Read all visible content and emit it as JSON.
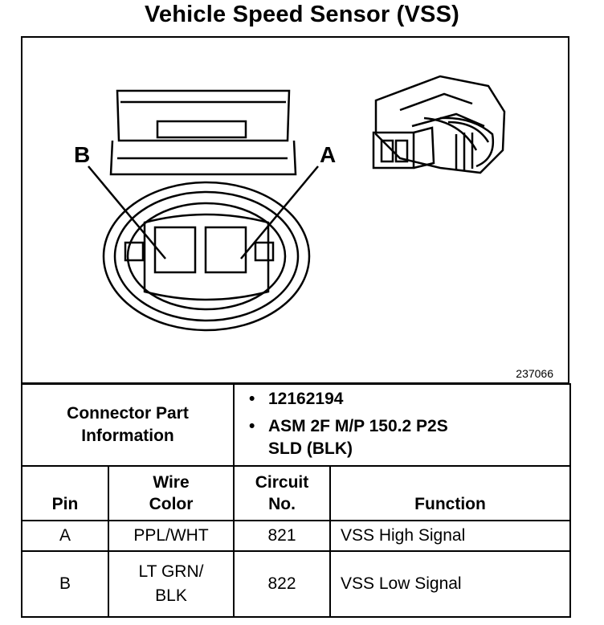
{
  "title": "Vehicle Speed Sensor (VSS)",
  "figure": {
    "figure_number": "237066",
    "pin_labels": {
      "left": "B",
      "right": "A"
    }
  },
  "connector_part_information": {
    "label_line1": "Connector Part",
    "label_line2": "Information",
    "items": [
      {
        "line1": "12162194",
        "line2": ""
      },
      {
        "line1": "ASM 2F M/P 150.2 P2S",
        "line2": "SLD (BLK)"
      }
    ]
  },
  "pin_table": {
    "headers": {
      "pin": "Pin",
      "wire_color_line1": "Wire",
      "wire_color_line2": "Color",
      "circuit_line1": "Circuit",
      "circuit_line2": "No.",
      "function": "Function"
    },
    "rows": [
      {
        "pin": "A",
        "wire_color_line1": "PPL/WHT",
        "wire_color_line2": "",
        "circuit": "821",
        "function": "VSS High Signal"
      },
      {
        "pin": "B",
        "wire_color_line1": "LT GRN/",
        "wire_color_line2": "BLK",
        "circuit": "822",
        "function": "VSS Low Signal"
      }
    ]
  }
}
